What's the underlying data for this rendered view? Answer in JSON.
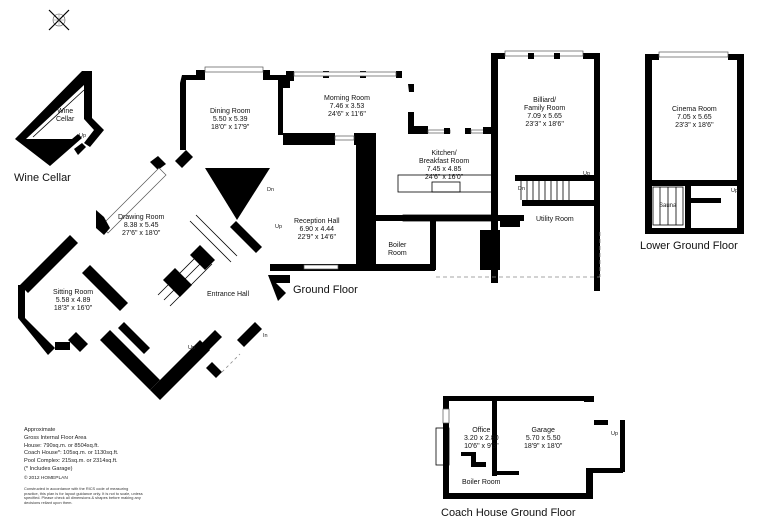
{
  "compass": {
    "icon": "compass-rose-icon"
  },
  "floors": {
    "wine_cellar": {
      "title": "Wine Cellar"
    },
    "ground": {
      "title": "Ground Floor"
    },
    "lower_ground": {
      "title": "Lower Ground Floor"
    },
    "coach_house": {
      "title": "Coach House Ground Floor"
    }
  },
  "rooms": {
    "wine_cellar": {
      "name": "Wine",
      "name2": "Cellar"
    },
    "dining": {
      "name": "Dining Room",
      "metric": "5.50 x 5.39",
      "imperial": "18'0\" x 17'9\""
    },
    "morning": {
      "name": "Morning Room",
      "metric": "7.46 x 3.53",
      "imperial": "24'6\" x 11'6\""
    },
    "billiard": {
      "name": "Billiard/",
      "name2": "Family Room",
      "metric": "7.09 x 5.65",
      "imperial": "23'3\" x 18'6\""
    },
    "kitchen": {
      "name": "Kitchen/",
      "name2": "Breakfast Room",
      "metric": "7.45 x 4.85",
      "imperial": "24'6\" x 16'0\""
    },
    "drawing": {
      "name": "Drawing Room",
      "metric": "8.38 x 5.45",
      "imperial": "27'6\" x 18'0\""
    },
    "reception": {
      "name": "Reception Hall",
      "metric": "6.90 x 4.44",
      "imperial": "22'9\" x 14'6\""
    },
    "boiler": {
      "name": "Boiler",
      "name2": "Room"
    },
    "utility": {
      "name": "Utility Room"
    },
    "sitting": {
      "name": "Sitting Room",
      "metric": "5.58 x 4.89",
      "imperial": "18'3\" x 16'0\""
    },
    "entrance": {
      "name": "Entrance Hall"
    },
    "cinema": {
      "name": "Cinema Room",
      "metric": "7.05 x 5.65",
      "imperial": "23'3\" x 18'6\""
    },
    "sauna": {
      "name": "Sauna"
    },
    "office": {
      "name": "Office",
      "metric": "3.20 x 2.80",
      "imperial": "10'6\" x 9'3\""
    },
    "garage": {
      "name": "Garage",
      "metric": "5.70 x 5.50",
      "imperial": "18'9\" x 18'0\""
    },
    "coach_boiler": {
      "name": "Boiler Room"
    }
  },
  "stair_labels": {
    "up": "Up",
    "dn": "Dn",
    "in": "In"
  },
  "notes": {
    "lines": [
      "Approximate",
      "Gross Internal Floor Area",
      "House: 790sq.m. or 8504sq.ft.",
      "Coach House*: 105sq.m. or 1130sq.ft.",
      "Pool Complex: 215sq.m. or 2314sq.ft.",
      "(* Includes Garage)"
    ],
    "copyright": "© 2012 HOMEPLAN",
    "disclaimer": "Constructed in accordance with the RICS code of measuring practice, this plan is for layout guidance only. It is not to scale, unless specified. Please check all dimensions & shapes before making any decisions reliant upon them."
  }
}
